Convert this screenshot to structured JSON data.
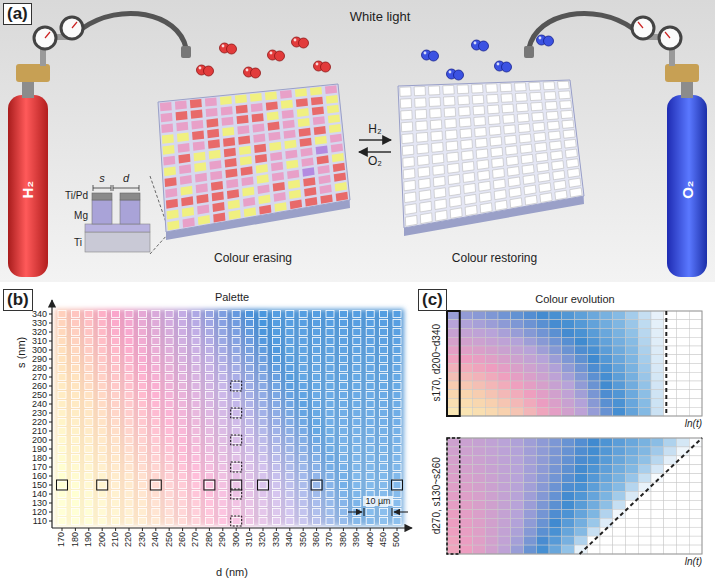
{
  "diagram": {
    "nodes": [
      {
        "text": [
          "Colour erasing"
        ]
      },
      {
        "text": [
          "Colour restoring"
        ]
      }
    ],
    "edges": [
      {
        "from": 0,
        "to": 1,
        "label": "H₂",
        "arrow": "to"
      },
      {
        "from": 1,
        "to": 0,
        "label": "O₂",
        "arrow": "to"
      }
    ],
    "labels": [
      "(a)",
      "White light",
      "H₂",
      "O₂",
      "s",
      "d",
      "Ti/Pd",
      "Mg",
      "Ti",
      "(b)",
      "Palette",
      "s (nm)",
      "340",
      "330",
      "320",
      "310",
      "300",
      "290",
      "280",
      "270",
      "260",
      "250",
      "240",
      "230",
      "220",
      "210",
      "200",
      "190",
      "180",
      "170",
      "160",
      "150",
      "140",
      "130",
      "120",
      "110",
      "d (nm)",
      "170",
      "180",
      "190",
      "200",
      "210",
      "220",
      "230",
      "240",
      "250",
      "260",
      "270",
      "280",
      "290",
      "300",
      "310",
      "320",
      "330",
      "340",
      "350",
      "360",
      "370",
      "380",
      "390",
      "400",
      "450",
      "500",
      "10 µm",
      "(c)",
      "Colour evolution",
      "s170, d200~d340",
      "ln(t)",
      "d270, s130~s260",
      "ln(t)"
    ]
  }
}
